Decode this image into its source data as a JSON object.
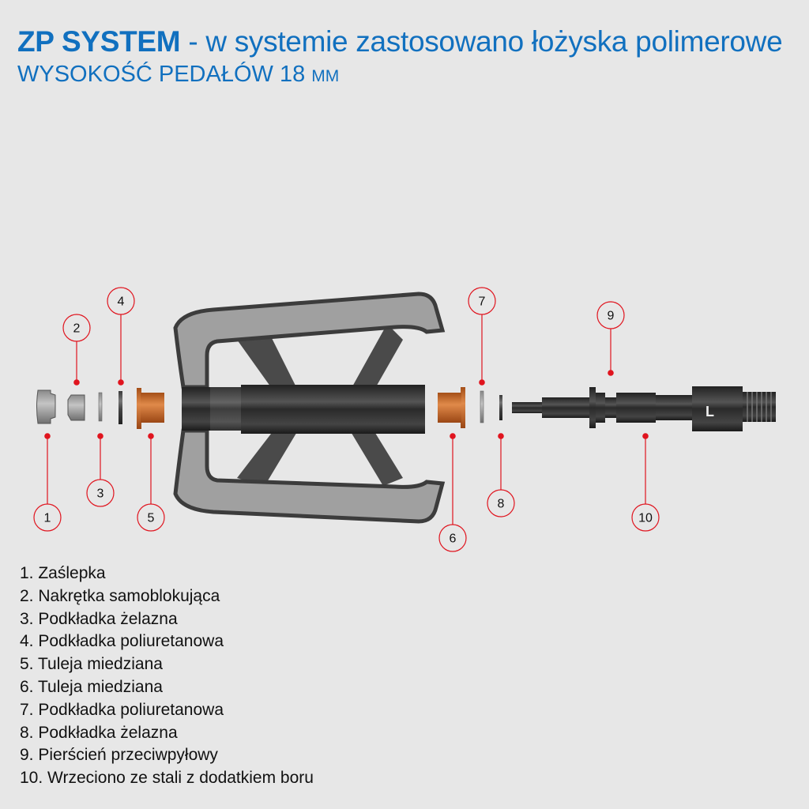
{
  "header": {
    "brand": "ZP SYSTEM",
    "tagline": " - w systemie zastosowano łożyska polimerowe",
    "height_label": "WYSOKOŚĆ PEDAŁÓW 18 ",
    "height_unit": "MM"
  },
  "colors": {
    "brand_blue": "#1170bf",
    "callout_red": "#e0141e",
    "bushing_copper": "#c8692a"
  },
  "callouts": [
    "1",
    "2",
    "3",
    "4",
    "5",
    "6",
    "7",
    "8",
    "9",
    "10"
  ],
  "parts": [
    "1. Zaślepka",
    "2. Nakrętka samoblokująca",
    "3. Podkładka żelazna",
    "4. Podkładka poliuretanowa",
    "5. Tuleja miedziana",
    "6. Tuleja miedziana",
    "7. Podkładka poliuretanowa",
    "8. Podkładka żelazna",
    "9. Pierścień przeciwpyłowy",
    "10. Wrzeciono ze stali z dodatkiem boru"
  ],
  "spindle_mark": "L"
}
